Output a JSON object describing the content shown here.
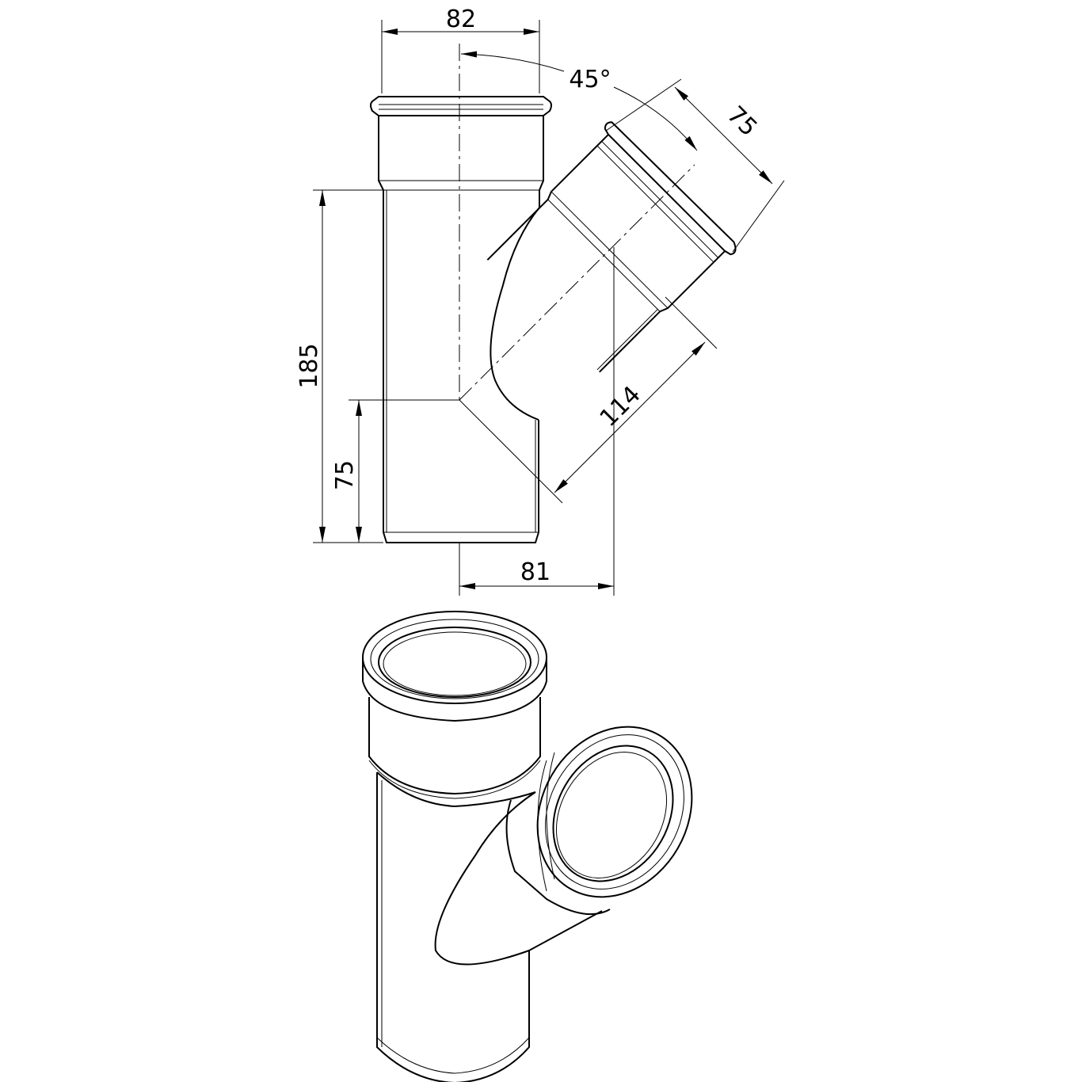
{
  "drawing": {
    "title": "45° pipe branch fitting",
    "dimensions": {
      "socket_width": "82",
      "branch_angle": "45°",
      "branch_socket_width": "75",
      "total_length": "185",
      "branch_offset_height": "75",
      "branch_length": "114",
      "branch_offset_width": "81"
    },
    "line_color": "#000000",
    "background_color": "#ffffff"
  }
}
